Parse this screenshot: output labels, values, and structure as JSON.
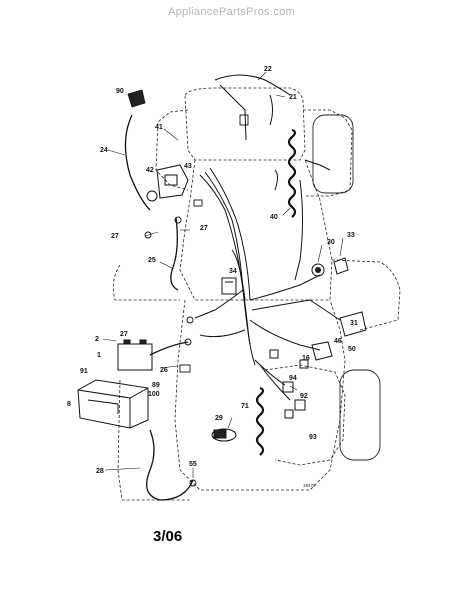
{
  "watermark": "AppliancePartsPros.com",
  "footer_date": "3/06",
  "drawing_code": "18470",
  "part_labels": [
    {
      "id": "p90",
      "text": "90"
    },
    {
      "id": "p22",
      "text": "22"
    },
    {
      "id": "p21",
      "text": "21"
    },
    {
      "id": "p41",
      "text": "41"
    },
    {
      "id": "p24",
      "text": "24"
    },
    {
      "id": "p43",
      "text": "43"
    },
    {
      "id": "p42",
      "text": "42"
    },
    {
      "id": "p27a",
      "text": "27"
    },
    {
      "id": "p27b",
      "text": "27"
    },
    {
      "id": "p40",
      "text": "40"
    },
    {
      "id": "p30",
      "text": "30"
    },
    {
      "id": "p33",
      "text": "33"
    },
    {
      "id": "p25",
      "text": "25"
    },
    {
      "id": "p34",
      "text": "34"
    },
    {
      "id": "p31",
      "text": "31"
    },
    {
      "id": "p46",
      "text": "46"
    },
    {
      "id": "p50",
      "text": "50"
    },
    {
      "id": "p2",
      "text": "2"
    },
    {
      "id": "p27c",
      "text": "27"
    },
    {
      "id": "p1",
      "text": "1"
    },
    {
      "id": "p91",
      "text": "91"
    },
    {
      "id": "p89",
      "text": "89"
    },
    {
      "id": "p100",
      "text": "100"
    },
    {
      "id": "p8",
      "text": "8"
    },
    {
      "id": "p26",
      "text": "26"
    },
    {
      "id": "p16",
      "text": "16"
    },
    {
      "id": "p94",
      "text": "94"
    },
    {
      "id": "p92",
      "text": "92"
    },
    {
      "id": "p71",
      "text": "71"
    },
    {
      "id": "p29",
      "text": "29"
    },
    {
      "id": "p93",
      "text": "93"
    },
    {
      "id": "p28",
      "text": "28"
    },
    {
      "id": "p55",
      "text": "55"
    }
  ]
}
